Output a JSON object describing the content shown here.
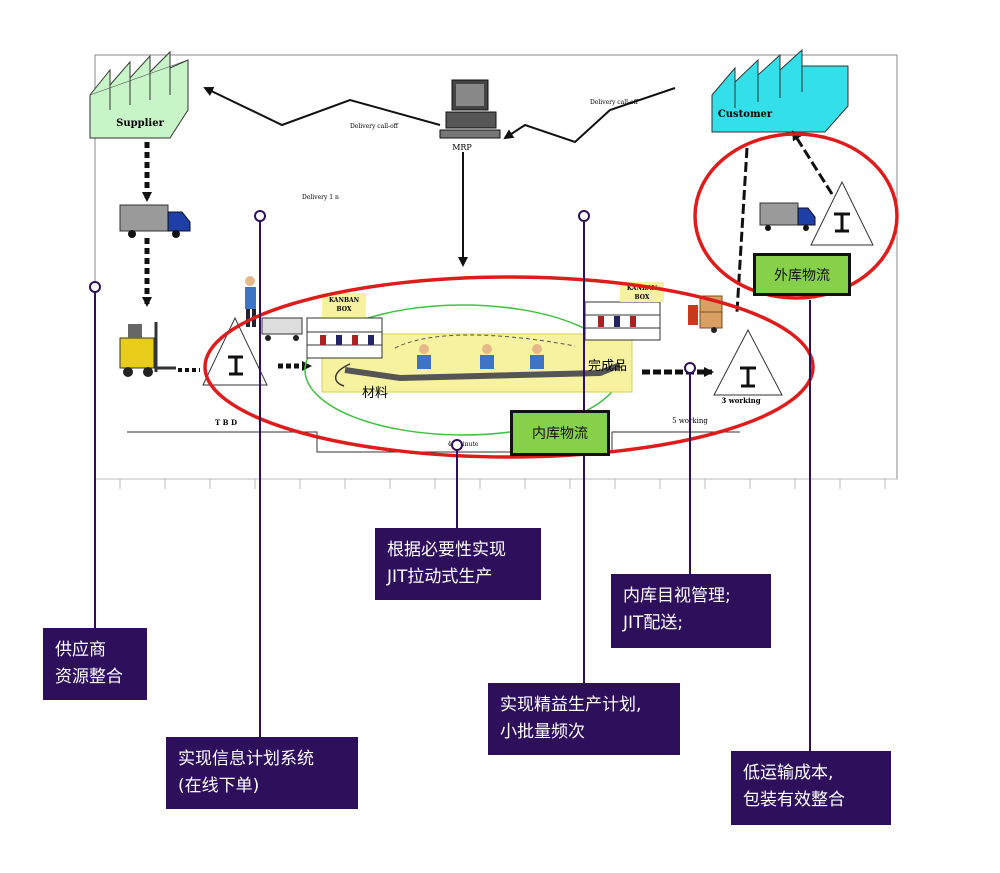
{
  "diagram": {
    "nodes": {
      "supplier": "Supplier",
      "customer": "Customer",
      "mrp": "MRP",
      "kanban_left": [
        "KANBAN",
        "BOX"
      ],
      "kanban_right": [
        "KANBAN",
        "BOX"
      ]
    },
    "flow_labels": {
      "delivery_calloff_left": "Delivery call-off",
      "delivery_calloff_right": "Delivery call-off",
      "delivery_note": "Delivery 1 n",
      "materials": "材料",
      "finished_goods": "完成品",
      "tbd": "T B D",
      "minute": "40 minute",
      "five_working": "5 working",
      "three_working": "3 working"
    },
    "tags": {
      "inner_logistics": "内库物流",
      "outer_logistics": "外库物流"
    },
    "callouts": {
      "supplier_integration": [
        "供应商",
        "资源整合"
      ],
      "info_system": [
        "实现信息计划系统",
        "(在线下单)"
      ],
      "jit_pull": [
        "根据必要性实现",
        "JIT拉动式生产"
      ],
      "lean_plan": [
        "实现精益生产计划,",
        "小批量频次"
      ],
      "visual_mgmt": [
        "内库目视管理;",
        "JIT配送;"
      ],
      "low_cost": [
        "低运输成本,",
        "包装有效整合"
      ]
    },
    "colors": {
      "callout_bg": "#2e0f5c",
      "ring_red": "#e01b1b",
      "tag_green": "#86d04a",
      "supplier_fill": "#c8f5c8",
      "customer_fill": "#33e0ea",
      "line_belt": "#f7f2a0",
      "ring_green": "#3fc23f"
    }
  }
}
